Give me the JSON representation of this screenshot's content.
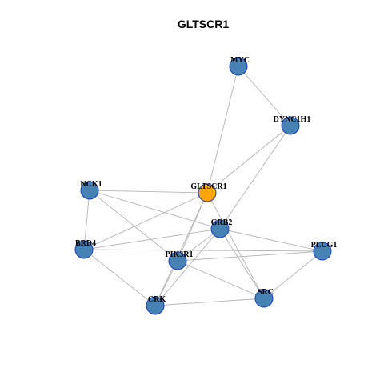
{
  "title": "GLTSCR1",
  "colors": {
    "node_default": "#4682B4",
    "node_highlight": "#FFA500",
    "node_border": "#1F3FBF",
    "edge": "#B3B3B3"
  },
  "nodes": [
    {
      "id": "MYC",
      "label": "MYC",
      "highlight": false
    },
    {
      "id": "DYNC1H1",
      "label": "DYNC1H1",
      "highlight": false
    },
    {
      "id": "NCK1",
      "label": "NCK1",
      "highlight": false
    },
    {
      "id": "GLTSCR1",
      "label": "GLTSCR1",
      "highlight": true
    },
    {
      "id": "GRB2",
      "label": "GRB2",
      "highlight": false
    },
    {
      "id": "BRD4",
      "label": "BRD4",
      "highlight": false
    },
    {
      "id": "PIK3R1",
      "label": "PIK3R1",
      "highlight": false
    },
    {
      "id": "PLCG1",
      "label": "PLCG1",
      "highlight": false
    },
    {
      "id": "CRK",
      "label": "CRK",
      "highlight": false
    },
    {
      "id": "SRC",
      "label": "SRC",
      "highlight": false
    }
  ],
  "edges": [
    [
      "MYC",
      "DYNC1H1"
    ],
    [
      "MYC",
      "GLTSCR1"
    ],
    [
      "DYNC1H1",
      "GLTSCR1"
    ],
    [
      "DYNC1H1",
      "GRB2"
    ],
    [
      "NCK1",
      "GLTSCR1"
    ],
    [
      "NCK1",
      "BRD4"
    ],
    [
      "NCK1",
      "GRB2"
    ],
    [
      "NCK1",
      "PIK3R1"
    ],
    [
      "GLTSCR1",
      "BRD4"
    ],
    [
      "GLTSCR1",
      "PIK3R1"
    ],
    [
      "GLTSCR1",
      "CRK"
    ],
    [
      "GLTSCR1",
      "SRC"
    ],
    [
      "GRB2",
      "BRD4"
    ],
    [
      "GRB2",
      "PIK3R1"
    ],
    [
      "GRB2",
      "PLCG1"
    ],
    [
      "GRB2",
      "SRC"
    ],
    [
      "GRB2",
      "CRK"
    ],
    [
      "BRD4",
      "PLCG1"
    ],
    [
      "BRD4",
      "CRK"
    ],
    [
      "PIK3R1",
      "PLCG1"
    ],
    [
      "PIK3R1",
      "SRC"
    ],
    [
      "PIK3R1",
      "CRK"
    ],
    [
      "PLCG1",
      "SRC"
    ],
    [
      "CRK",
      "SRC"
    ]
  ]
}
